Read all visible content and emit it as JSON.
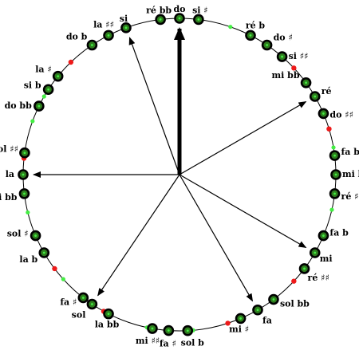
{
  "colors": {
    "circle_line": "#000000",
    "note_ring": "#000000",
    "note_fill": "#2e7d1e",
    "red_dot": "#ee1a1a",
    "green_dot": "#44ee44",
    "arrow": "#000000"
  },
  "notes": [
    {
      "id": "do",
      "label": "do"
    },
    {
      "id": "re-bb",
      "label": "ré bb"
    },
    {
      "id": "si-sharp",
      "label": "si ♯"
    },
    {
      "id": "si",
      "label": "si"
    },
    {
      "id": "la-xx",
      "label": "la ♯♯"
    },
    {
      "id": "do-b",
      "label": "do b"
    },
    {
      "id": "re-b",
      "label": "ré b"
    },
    {
      "id": "do-sharp",
      "label": "do ♯"
    },
    {
      "id": "si-xx",
      "label": "si ♯♯"
    },
    {
      "id": "la-sharp",
      "label": "la ♯"
    },
    {
      "id": "si-b",
      "label": "si b"
    },
    {
      "id": "do-bb",
      "label": "do bb"
    },
    {
      "id": "mi-bb",
      "label": "mi bb"
    },
    {
      "id": "re",
      "label": "ré"
    },
    {
      "id": "do-xx",
      "label": "do ♯♯"
    },
    {
      "id": "sol-xx",
      "label": "sol ♯♯"
    },
    {
      "id": "la",
      "label": "la"
    },
    {
      "id": "si-bb",
      "label": "si bb"
    },
    {
      "id": "fa-bb",
      "label": "fa bb"
    },
    {
      "id": "mi-b",
      "label": "mi b"
    },
    {
      "id": "re-sharp",
      "label": "ré ♯"
    },
    {
      "id": "sol-sharp",
      "label": "sol ♯"
    },
    {
      "id": "la-b",
      "label": "la b"
    },
    {
      "id": "fa-b",
      "label": "fa b"
    },
    {
      "id": "mi",
      "label": "mi"
    },
    {
      "id": "re-xx",
      "label": "ré ♯♯"
    },
    {
      "id": "fa-sharp-lower",
      "label": "fa ♯"
    },
    {
      "id": "sol",
      "label": "sol"
    },
    {
      "id": "la-bb",
      "label": "la bb"
    },
    {
      "id": "sol-bb",
      "label": "sol bb"
    },
    {
      "id": "fa",
      "label": "fa"
    },
    {
      "id": "mi-sharp",
      "label": "mi ♯"
    },
    {
      "id": "mi-xx",
      "label": "mi ♯♯"
    },
    {
      "id": "fa-sharp",
      "label": "fa ♯"
    },
    {
      "id": "sol-b",
      "label": "sol b"
    }
  ],
  "arrows": [
    {
      "id": "do",
      "emphasis": "thick"
    },
    {
      "id": "si"
    },
    {
      "id": "la"
    },
    {
      "id": "re"
    },
    {
      "id": "mi"
    },
    {
      "id": "fa"
    },
    {
      "id": "sol"
    }
  ]
}
